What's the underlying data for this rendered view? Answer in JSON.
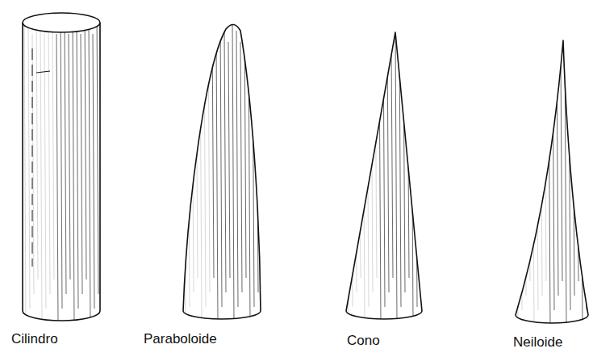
{
  "diagram": {
    "labels": [
      "Cilindro",
      "Paraboloide",
      "Cono",
      "Neiloide"
    ]
  }
}
